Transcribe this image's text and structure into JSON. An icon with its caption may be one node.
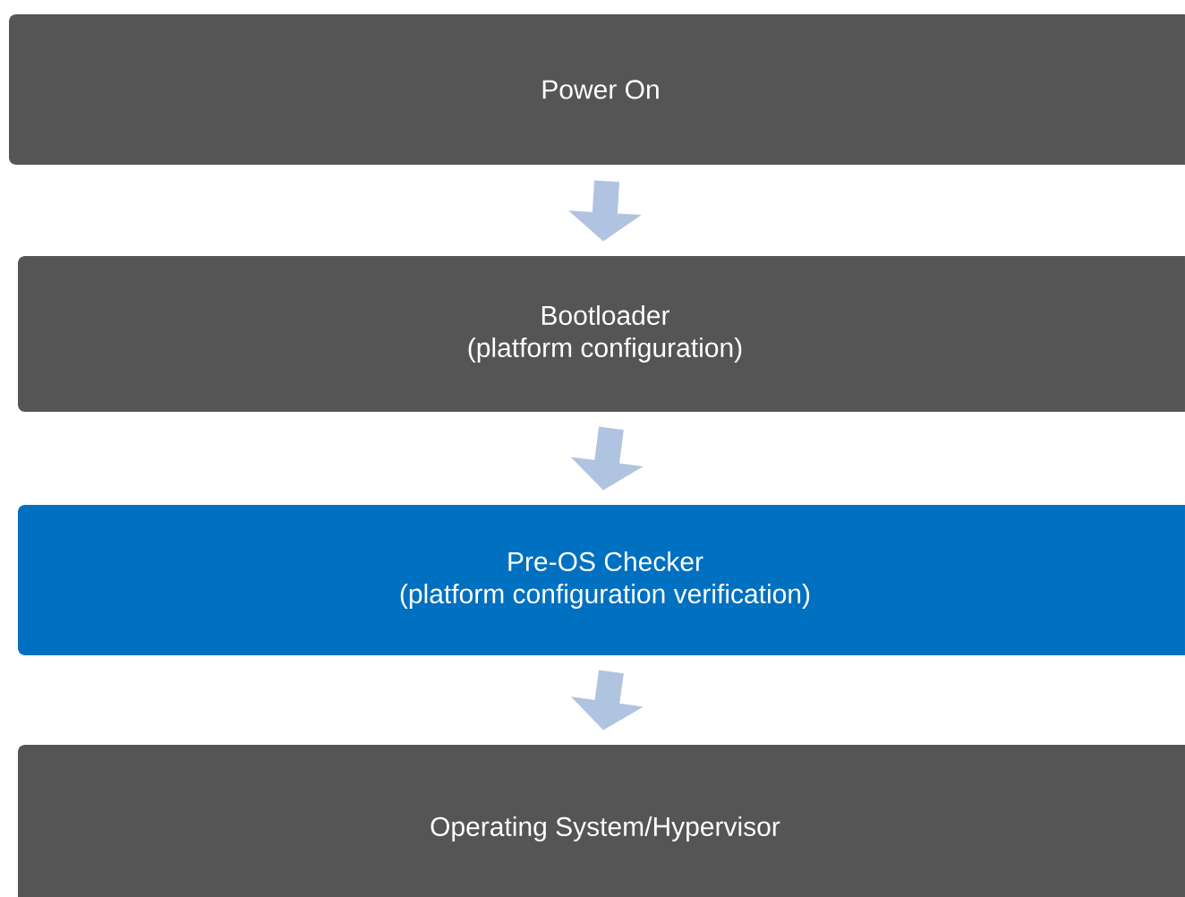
{
  "diagram": {
    "nodes": [
      {
        "text": [
          "Power On"
        ]
      },
      {
        "text": [
          "Bootloader",
          "(platform configuration)"
        ]
      },
      {
        "text": [
          "Pre-OS Checker",
          "(platform configuration verification)"
        ]
      },
      {
        "text": [
          "Operating System/Hypervisor"
        ]
      }
    ],
    "edges": [
      {
        "from": 0,
        "to": 1,
        "arrow": "to"
      },
      {
        "from": 1,
        "to": 2,
        "arrow": "to"
      },
      {
        "from": 2,
        "to": 3,
        "arrow": "to",
        "color": "#b0c3e0"
      }
    ]
  }
}
